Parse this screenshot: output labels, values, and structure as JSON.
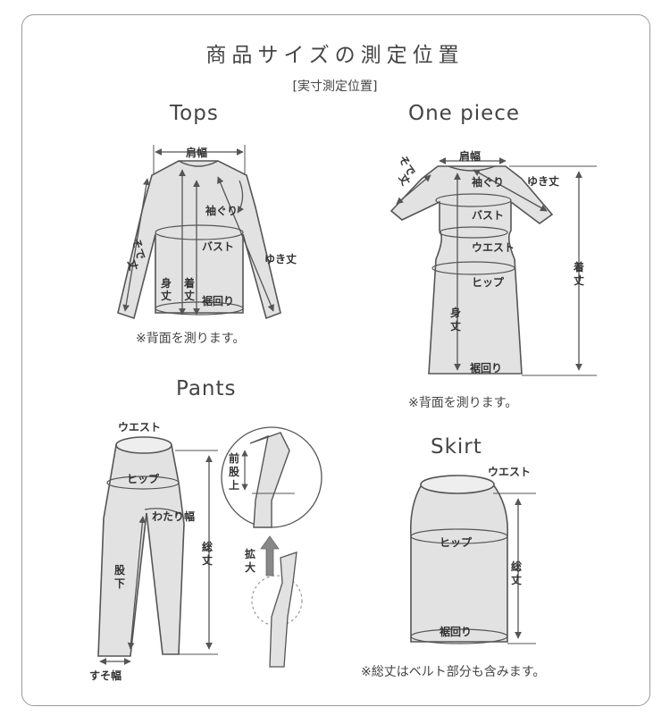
{
  "title": "商品サイズの測定位置",
  "subtitle": "[実寸測定位置]",
  "sections": {
    "tops": {
      "heading": "Tops",
      "labels": {
        "shoulder": "肩幅",
        "armhole": "袖ぐり",
        "sleeve_a": "そで",
        "sleeve_b": "丈",
        "bust": "バスト",
        "yuki": "ゆき丈",
        "body_a": "身",
        "body_b": "丈",
        "length_a": "着",
        "length_b": "丈",
        "hem": "裾回り"
      },
      "note": "※背面を測ります。"
    },
    "onepiece": {
      "heading": "One piece",
      "labels": {
        "sleeve_a": "そで",
        "sleeve_b": "丈",
        "shoulder": "肩幅",
        "armhole": "袖ぐり",
        "yuki": "ゆき丈",
        "bust": "バスト",
        "waist": "ウエスト",
        "hip": "ヒップ",
        "length_a": "着",
        "length_b": "丈",
        "body_a": "身",
        "body_b": "丈",
        "hem": "裾回り"
      },
      "note": "※背面を測ります。"
    },
    "pants": {
      "heading": "Pants",
      "labels": {
        "waist": "ウエスト",
        "hip": "ヒップ",
        "thigh": "わたり幅",
        "inseam_a": "股",
        "inseam_b": "下",
        "total_a": "総",
        "total_b": "丈",
        "hem": "すそ幅",
        "rise_a": "前",
        "rise_b": "股",
        "rise_c": "上",
        "zoom_a": "拡",
        "zoom_b": "大"
      }
    },
    "skirt": {
      "heading": "Skirt",
      "labels": {
        "waist": "ウエスト",
        "hip": "ヒップ",
        "total_a": "総",
        "total_b": "丈",
        "hem": "裾回り"
      },
      "note": "※総丈はベルト部分も含みます。"
    }
  },
  "colors": {
    "garment_fill": "#e2e2e2",
    "garment_stroke": "#555555",
    "arrow": "#555555",
    "frame": "#9a9a9a"
  }
}
